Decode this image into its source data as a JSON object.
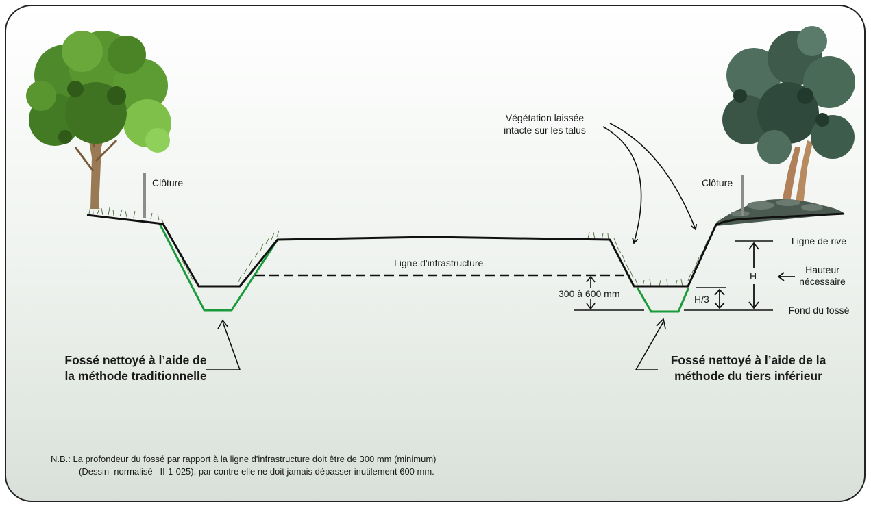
{
  "labels": {
    "cloture_left": "Clôture",
    "cloture_right": "Clôture",
    "vegetation_line1": "Végétation laissée",
    "vegetation_line2": "intacte sur les talus",
    "ligne_infrastructure": "Ligne d'infrastructure",
    "range_300_600": "300 à 600 mm",
    "ligne_de_rive": "Ligne de rive",
    "hauteur_line1": "Hauteur",
    "hauteur_line2": "nécessaire",
    "h": "H",
    "h3": "H/3",
    "fond_du_fosse": "Fond du fossé"
  },
  "captions": {
    "left_line1": "Fossé nettoyé à l’aide de",
    "left_line2": "la méthode traditionnelle",
    "right_line1": "Fossé nettoyé à l’aide de la",
    "right_line2": "méthode du tiers inférieur"
  },
  "note": {
    "line1": "N.B.: La profondeur du fossé par rapport à la ligne d'infrastructure doit être de 300 mm (minimum)",
    "line2": "(Dessin  normalisé   II-1-025), par contre elle ne doit jamais dépasser inutilement 600 mm."
  },
  "colors": {
    "ground": "#111111",
    "excavation": "#1a9a3a",
    "tree_trunk": "#8a6a4a",
    "left_foliage": "#4f8a2a",
    "right_foliage": "#3d5a4a",
    "fence": "#8c8c8c"
  }
}
